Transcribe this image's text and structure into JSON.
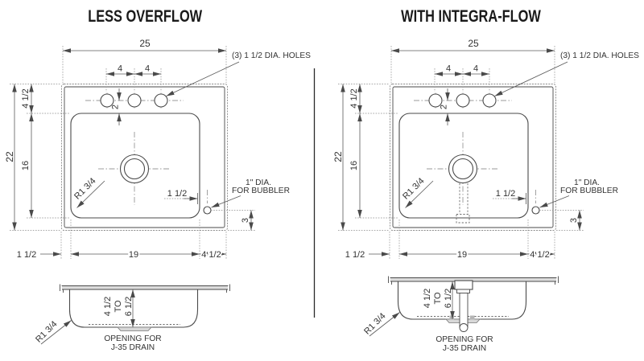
{
  "titles": {
    "left": "LESS OVERFLOW",
    "right": "WITH INTEGRA-FLOW"
  },
  "dims": {
    "overall_width": "25",
    "hole_spacing": "4",
    "holes_note": "(3) 1 1/2 DIA. HOLES",
    "overall_depth": "22",
    "rim_to_bowl": "4 1/2",
    "bowl_front_back": "16",
    "holes_to_bowl": "2",
    "bubbler_inset": "1 1/2",
    "bubbler_dia_line1": "1\" DIA.",
    "bubbler_dia_line2": "FOR BUBBLER",
    "bubbler_drop": "3",
    "left_inset": "1 1/2",
    "bowl_width": "19",
    "right_inset": "4 1/2",
    "corner_radius": "R1 3/4",
    "side_radius": "R1 3/4",
    "depth_min": "4 1/2",
    "depth_joiner": "TO",
    "depth_max": "6 1/2",
    "drain_note_line1": "OPENING FOR",
    "drain_note_line2": "J-35 DRAIN"
  },
  "colors": {
    "background": "#ffffff",
    "line": "#4a4a4a",
    "text": "#333333",
    "title": "#1a1a1a"
  }
}
